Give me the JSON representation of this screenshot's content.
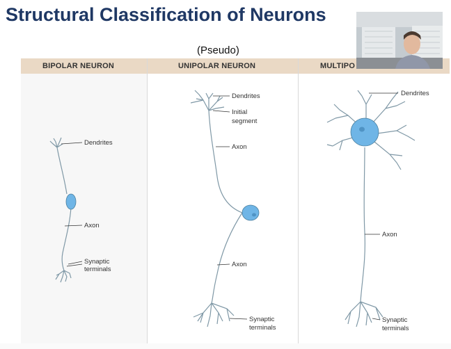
{
  "slide": {
    "title": "Structural Classification of Neurons",
    "annotation": "(Pseudo)"
  },
  "columns": [
    {
      "heading": "BIPOLAR NEURON"
    },
    {
      "heading": "UNIPOLAR NEURON"
    },
    {
      "heading": "MULTIPO"
    }
  ],
  "bipolar": {
    "dendrites": "Dendrites",
    "axon": "Axon",
    "terminals_line1": "Synaptic",
    "terminals_line2": "terminals"
  },
  "unipolar": {
    "dendrites": "Dendrites",
    "initial_line1": "Initial",
    "initial_line2": "segment",
    "axon_upper": "Axon",
    "axon_lower": "Axon",
    "terminals_line1": "Synaptic",
    "terminals_line2": "terminals"
  },
  "multipolar": {
    "dendrites": "Dendrites",
    "axon": "Axon",
    "terminals_line1": "Synaptic",
    "terminals_line2": "terminals"
  },
  "colors": {
    "title": "#1f3864",
    "header_band": "#ead9c5",
    "neuron_fill": "#6fb5e6",
    "neuron_stroke": "#4a7f9e"
  }
}
